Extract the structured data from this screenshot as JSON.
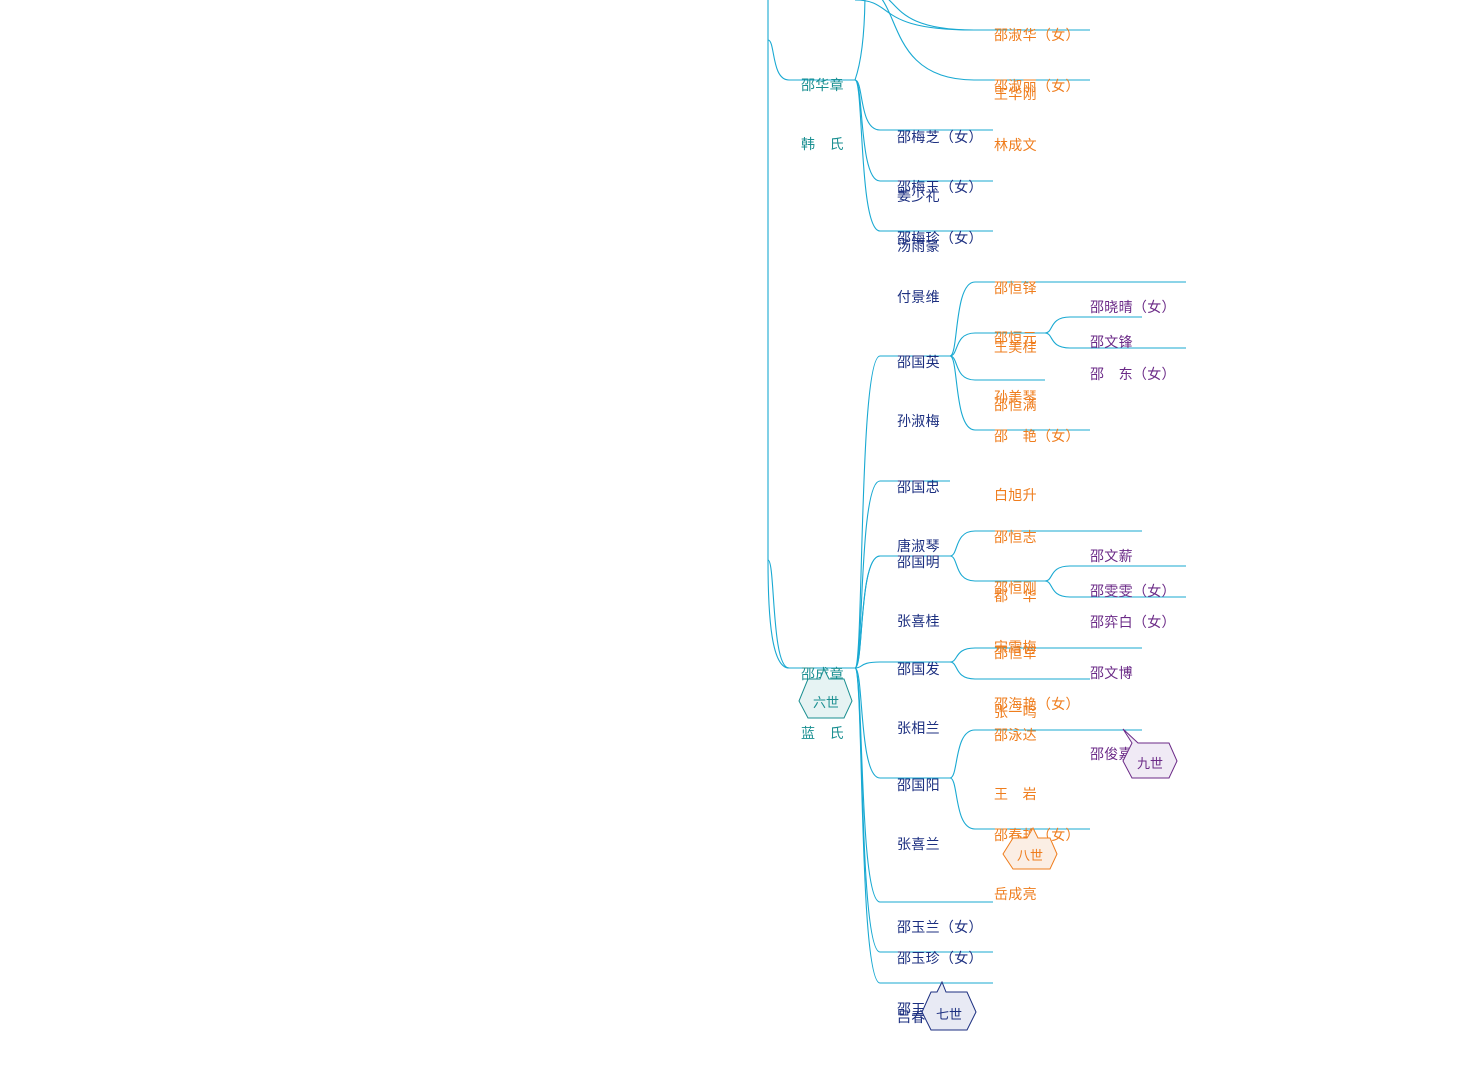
{
  "generation_tags": {
    "g6": "六世",
    "g7": "七世",
    "g8": "八世",
    "g9": "九世"
  },
  "colors": {
    "line": "#19a9d2",
    "g6": "#1a8f91",
    "g7": "#1c2f80",
    "g8": "#ef7d1d",
    "g9": "#6b2a87"
  },
  "nodes": {
    "n_hua": {
      "lines": [
        "邵华章",
        "韩　氏"
      ]
    },
    "n_shu1": {
      "lines": [
        "邵淑华（女）",
        "王华刚"
      ]
    },
    "n_shuli": {
      "lines": [
        "邵淑丽（女）",
        "林成文"
      ]
    },
    "n_meizhi": {
      "lines": [
        "邵梅芝（女）",
        "姜少礼"
      ]
    },
    "n_meiyu": {
      "lines": [
        "邵梅玉（女）",
        "汤雨豪"
      ]
    },
    "n_meizhen": {
      "lines": [
        "邵梅珍（女）",
        "付景维"
      ]
    },
    "n_cheng": {
      "lines": [
        "邵成章",
        "蓝　氏"
      ]
    },
    "n_guoying": {
      "lines": [
        "邵国英",
        "孙淑梅"
      ]
    },
    "n_hengyi": {
      "lines": [
        "邵恒铎",
        "王美桂"
      ]
    },
    "n_xiaoqing": {
      "lines": [
        "邵晓晴（女）"
      ]
    },
    "n_hengyuan": {
      "lines": [
        "邵恒元",
        "孙美琴"
      ]
    },
    "n_wenfeng": {
      "lines": [
        "邵文锋"
      ]
    },
    "n_dong": {
      "lines": [
        "邵　东（女）"
      ]
    },
    "n_hengman": {
      "lines": [
        "邵恒满"
      ]
    },
    "n_yan": {
      "lines": [
        "邵　艳（女）",
        "白旭升"
      ]
    },
    "n_guozhong": {
      "lines": [
        "邵国忠",
        "唐淑琴"
      ]
    },
    "n_guoming": {
      "lines": [
        "邵国明",
        "张喜桂"
      ]
    },
    "n_hengzhi": {
      "lines": [
        "邵恒志",
        "都　华"
      ]
    },
    "n_wenxin": {
      "lines": [
        "邵文薪"
      ]
    },
    "n_henggang": {
      "lines": [
        "邵恒刚",
        "宋雪梅"
      ]
    },
    "n_wenwen": {
      "lines": [
        "邵雯雯（女）"
      ]
    },
    "n_yibai": {
      "lines": [
        "邵弈白（女）"
      ]
    },
    "n_guofa": {
      "lines": [
        "邵国发",
        "张相兰"
      ]
    },
    "n_hengjun": {
      "lines": [
        "邵恒军",
        "张一鸣"
      ]
    },
    "n_wenbo": {
      "lines": [
        "邵文博"
      ]
    },
    "n_haiyan": {
      "lines": [
        "邵海艳（女）"
      ]
    },
    "n_guoyang": {
      "lines": [
        "邵国阳",
        "张喜兰"
      ]
    },
    "n_yongda": {
      "lines": [
        "邵泳达",
        "王　岩"
      ]
    },
    "n_junjia": {
      "lines": [
        "邵俊嘉"
      ]
    },
    "n_chunyan": {
      "lines": [
        "邵春艳（女）",
        "岳成亮"
      ]
    },
    "n_yulan": {
      "lines": [
        "邵玉兰（女）"
      ]
    },
    "n_yuzhen": {
      "lines": [
        "邵玉珍（女）",
        "吕春喜"
      ]
    },
    "n_yuqing": {
      "lines": [
        "邵玉清（女）"
      ]
    }
  }
}
